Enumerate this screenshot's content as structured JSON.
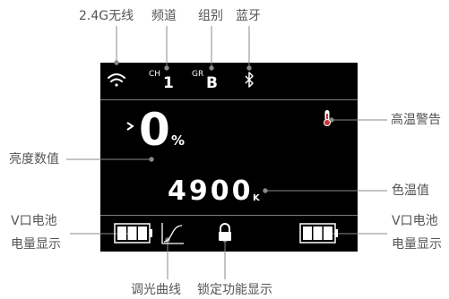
{
  "labels": {
    "wifi": "2.4G无线",
    "channel": "频道",
    "group": "组别",
    "bluetooth": "蓝牙",
    "high_temp": "高温警告",
    "brightness": "亮度数值",
    "color_temp": "色温值",
    "battery_left_line1": "V口电池",
    "battery_left_line2": "电量显示",
    "battery_right_line1": "V口电池",
    "battery_right_line2": "电量显示",
    "dimming_curve": "调光曲线",
    "lock": "锁定功能显示"
  },
  "screen": {
    "channel_prefix": "CH",
    "channel_value": "1",
    "group_prefix": "GR",
    "group_value": "B",
    "brightness_value": "0",
    "brightness_unit": "%",
    "color_temp_value": "4900",
    "color_temp_unit": "K",
    "battery_left_bars": 3,
    "battery_right_bars": 3
  },
  "icons": [
    "wifi-icon",
    "bluetooth-icon",
    "thermometer-icon",
    "battery-icon",
    "curve-icon",
    "lock-icon",
    "chevron-right-icon"
  ],
  "colors": {
    "screen_bg": "#000000",
    "screen_text": "#ffffff",
    "label_text": "#555555",
    "leader_line": "#888888",
    "warning": "#cc3333"
  }
}
